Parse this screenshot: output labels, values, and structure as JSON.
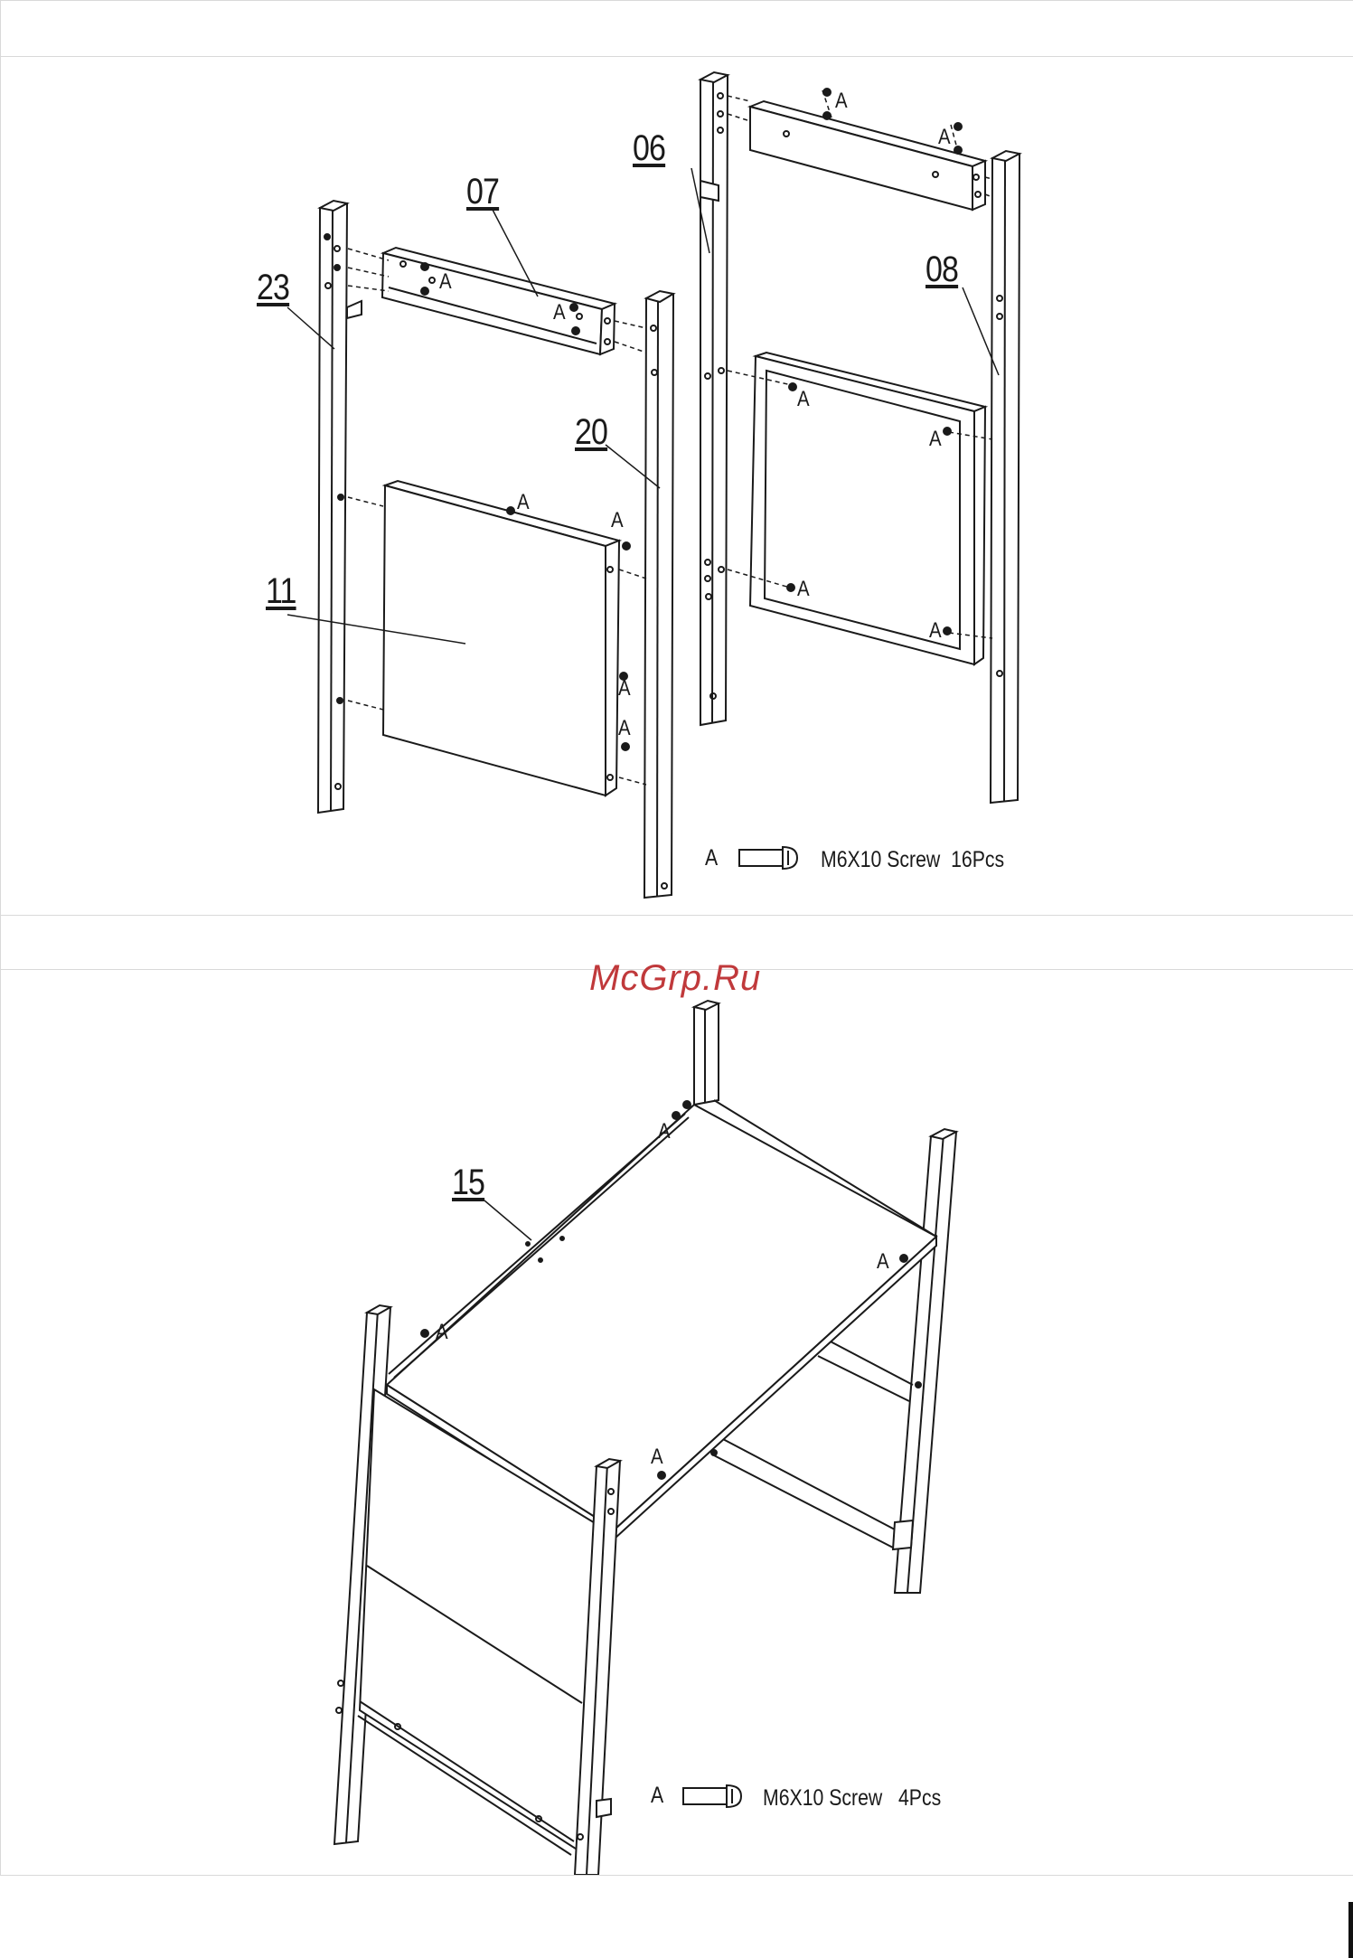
{
  "watermark": "McGrp.Ru",
  "step1": {
    "parts": [
      "23",
      "07",
      "06",
      "08",
      "20",
      "11"
    ],
    "screw_letter": "A",
    "screw_text": "M6X10 Screw  16Pcs",
    "fastener_label": "A"
  },
  "step2": {
    "parts": [
      "15"
    ],
    "screw_letter": "A",
    "screw_text": "M6X10 Screw   4Pcs",
    "fastener_label": "A"
  },
  "colors": {
    "line": "#1a1a1a",
    "border": "#d9d9d9",
    "watermark": "#c0393b"
  }
}
